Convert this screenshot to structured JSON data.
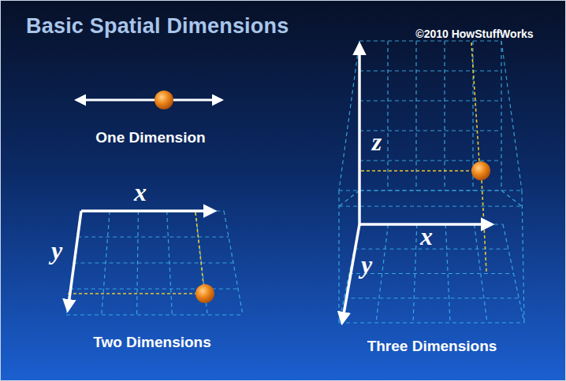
{
  "diagram": {
    "title": "Basic Spatial Dimensions",
    "labels": [
      "©2010 HowStuffWorks",
      "One Dimension",
      "Two Dimensions",
      "Three Dimensions",
      "x",
      "y",
      "z",
      "x",
      "y"
    ]
  }
}
